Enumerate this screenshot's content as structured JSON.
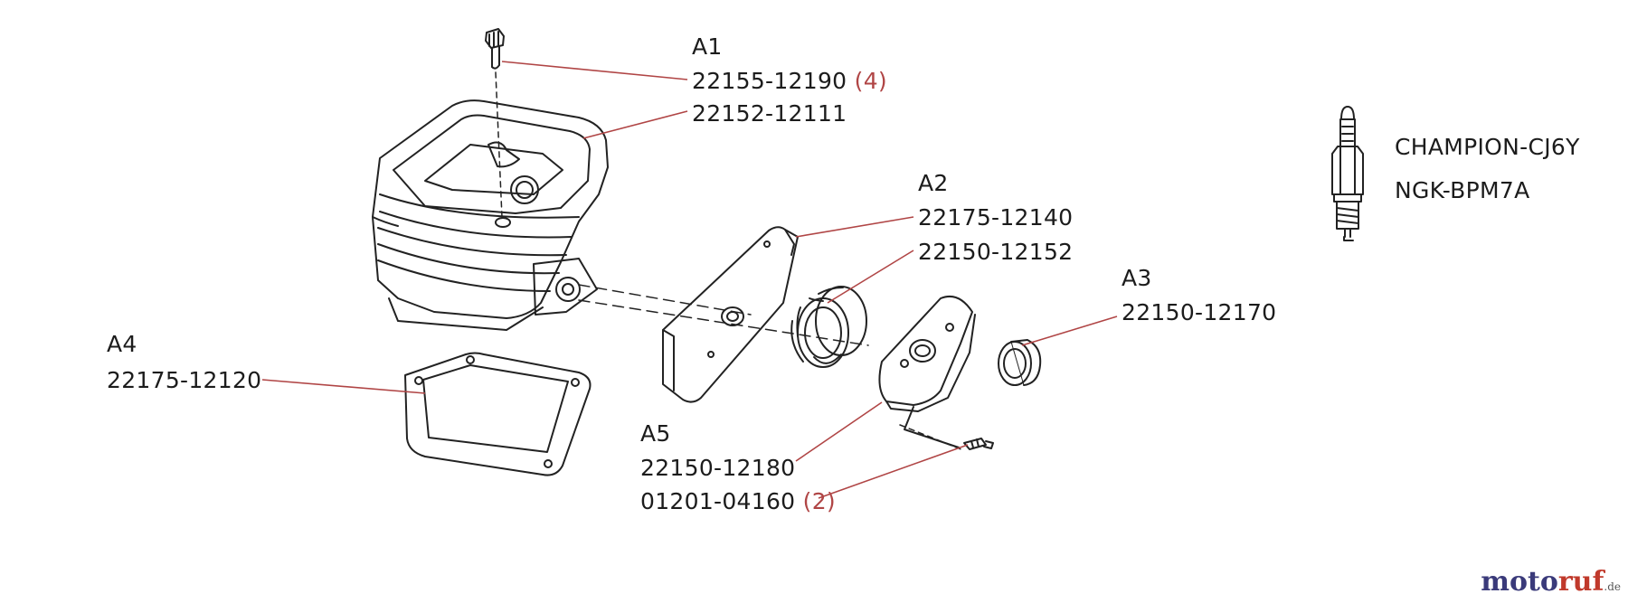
{
  "parts": {
    "a1": {
      "ref": "A1",
      "lines": [
        {
          "number": "22155-12190",
          "qty": "(4)"
        },
        {
          "number": "22152-12111",
          "qty": ""
        }
      ]
    },
    "a2": {
      "ref": "A2",
      "lines": [
        {
          "number": "22175-12140",
          "qty": ""
        },
        {
          "number": "22150-12152",
          "qty": ""
        }
      ]
    },
    "a3": {
      "ref": "A3",
      "lines": [
        {
          "number": "22150-12170",
          "qty": ""
        }
      ]
    },
    "a4": {
      "ref": "A4",
      "lines": [
        {
          "number": "22175-12120",
          "qty": ""
        }
      ]
    },
    "a5": {
      "ref": "A5",
      "lines": [
        {
          "number": "22150-12180",
          "qty": ""
        },
        {
          "number": "01201-04160",
          "qty": "(2)"
        }
      ]
    }
  },
  "spark_plug": {
    "options": [
      "CHAMPION-CJ6Y",
      "NGK-BPM7A"
    ]
  },
  "watermark": {
    "part1": "moto",
    "part2": "ruf",
    "tld": ".de"
  },
  "colors": {
    "leader": "#b04545",
    "quantity": "#b04545",
    "line_art": "#222222",
    "label": "#1c1c1c",
    "logo": "#3a3a7a"
  }
}
